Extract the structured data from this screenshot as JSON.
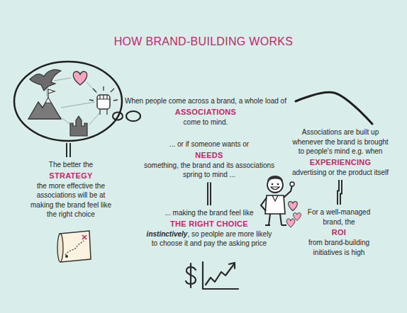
{
  "diagram": {
    "title": "HOW BRAND-BUILDING WORKS",
    "nodes": [
      {
        "text": [
          "When people come across a brand, a whole load of",
          "ASSOCIATIONS",
          "come to mind."
        ]
      },
      {
        "text": [
          "... or if someone wants or",
          "NEEDS",
          "something, the brand and its associations spring to mind ..."
        ]
      },
      {
        "text": [
          "... making the brand feel like",
          "THE RIGHT CHOICE",
          "instinctively",
          ", so peolple are more likely to choose it and pay the asking price"
        ]
      },
      {
        "text": [
          "The better the",
          "STRATEGY",
          "the more effective the associations will be at making the brand feel like the right choice"
        ]
      },
      {
        "text": [
          "Associations are built up whenever the brand is brought to people's mind e.g. when",
          "EXPERIENCING",
          "advertising or the product itself"
        ]
      },
      {
        "text": [
          "For a well-managed brand, the",
          "ROI",
          "from brand-building initiatives is high"
        ]
      }
    ],
    "edges": [
      {
        "from": 0,
        "to": 4,
        "arrow": "none"
      },
      {
        "from": 1,
        "to": 2,
        "arrow": "none"
      },
      {
        "from": 4,
        "to": 5,
        "arrow": "none"
      }
    ]
  }
}
